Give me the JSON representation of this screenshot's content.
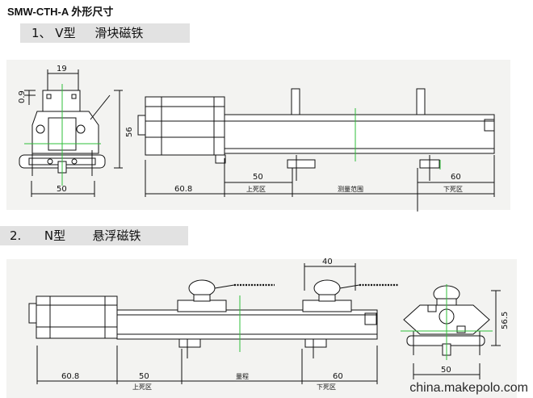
{
  "page": {
    "title": "SMW-CTH-A 外形尺寸",
    "watermark": "china.makepolo.com"
  },
  "section1": {
    "heading": "1、 V型     滑块磁铁",
    "dims": {
      "top_width": "19",
      "top_offset": "0.9",
      "height": "56",
      "base_width": "50",
      "left_length": "60.8",
      "dead_zone_top": "50",
      "dead_zone_top_label": "上死区",
      "range_label": "测量范围",
      "dead_zone_bottom": "60",
      "dead_zone_bottom_label": "下死区"
    }
  },
  "section2": {
    "heading": "2.      N型       悬浮磁铁",
    "dims": {
      "magnet_width": "40",
      "left_length": "60.8",
      "dead_zone_top": "50",
      "dead_zone_top_label": "上死区",
      "range_label": "量程",
      "dead_zone_bottom": "60",
      "dead_zone_bottom_label": "下死区",
      "height": "56.5",
      "base_width": "50"
    }
  }
}
